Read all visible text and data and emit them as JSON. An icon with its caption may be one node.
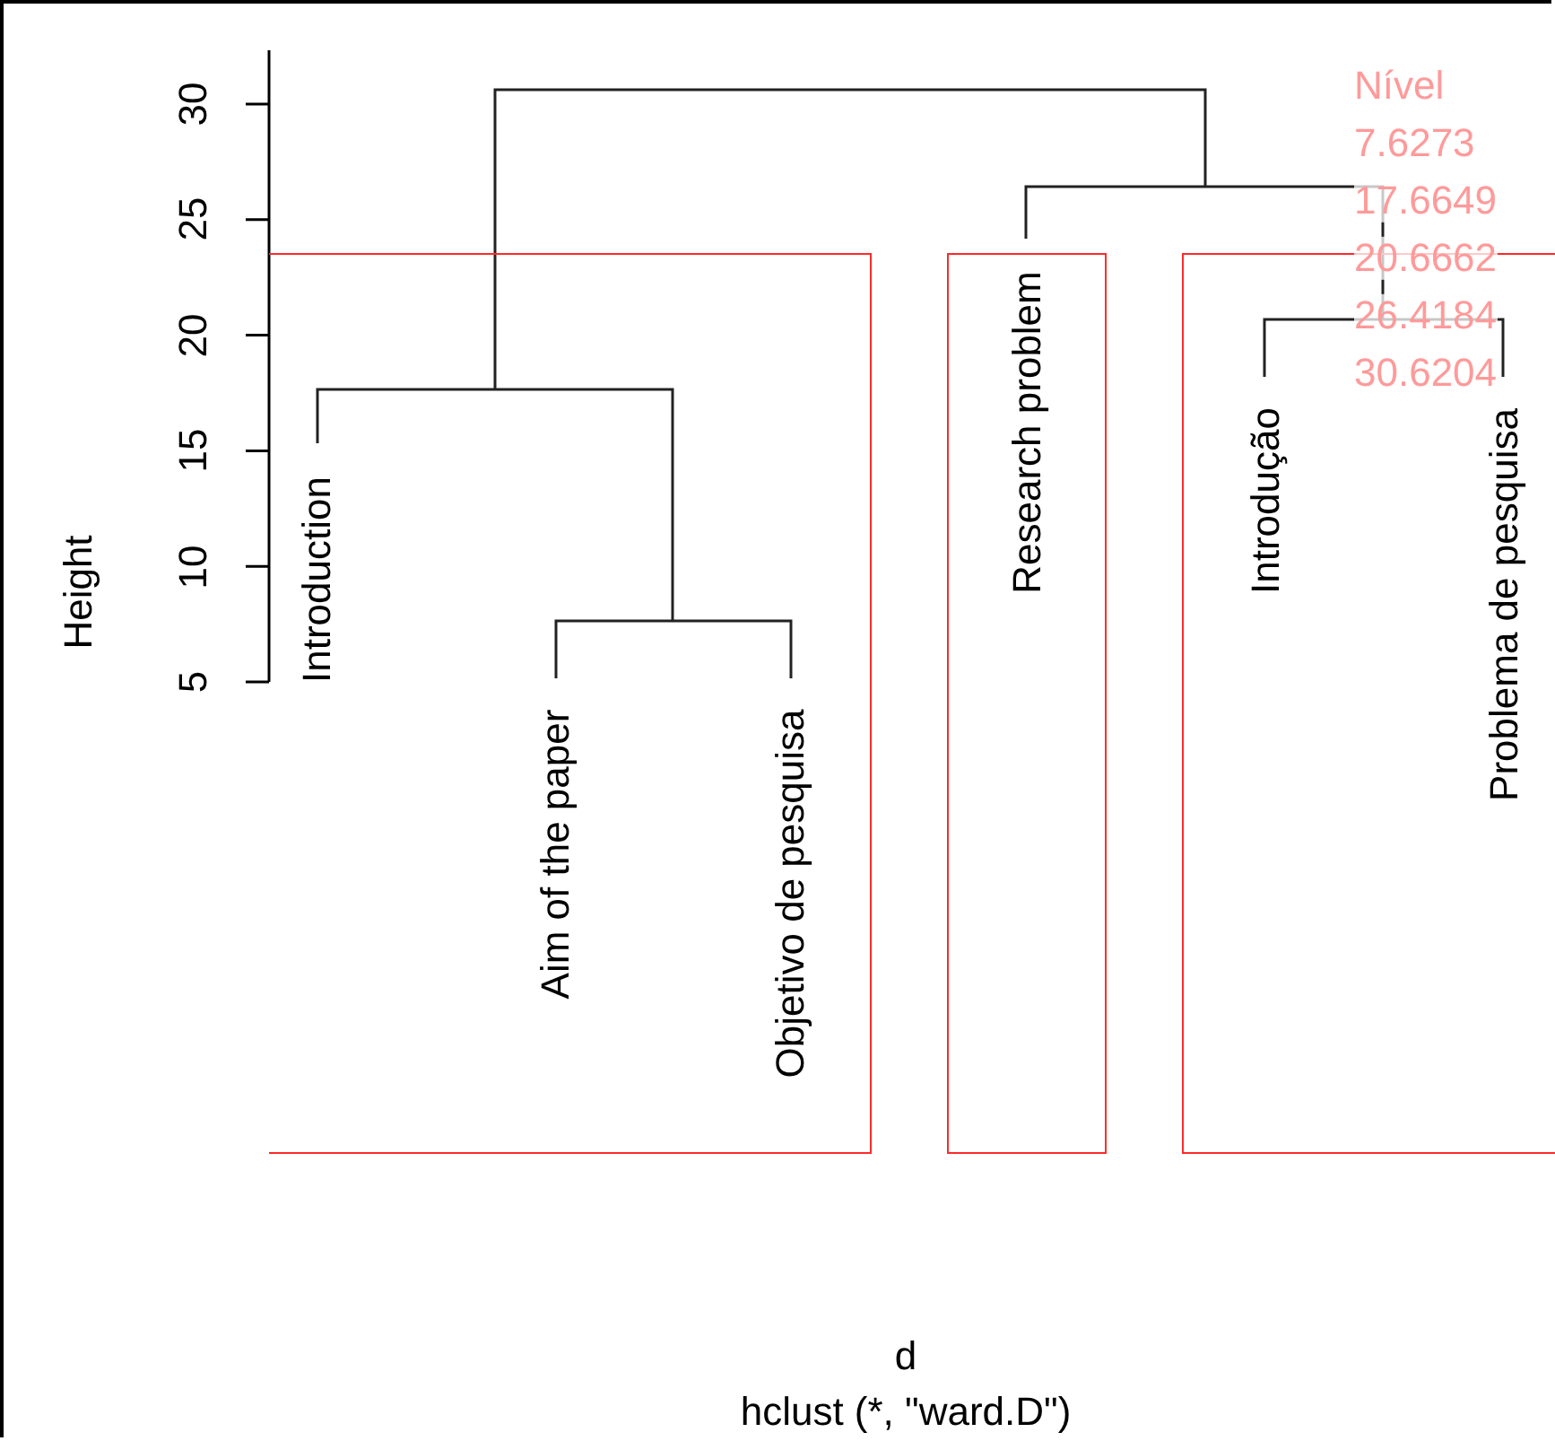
{
  "diagram": {
    "nodes": [
      {
        "text": [],
        "shape": "box"
      },
      {
        "text": [
          "Introduction"
        ],
        "in": 0
      },
      {
        "text": [
          "Aim of the paper"
        ],
        "in": 0
      },
      {
        "text": [
          "Objetivo de pesquisa"
        ],
        "in": 0
      },
      {
        "text": [],
        "shape": "box"
      },
      {
        "text": [
          "Research problem"
        ],
        "in": 4
      },
      {
        "text": [],
        "shape": "box"
      },
      {
        "text": [
          "Introdução"
        ],
        "in": 6
      },
      {
        "text": [
          "Problema de pesquisa"
        ],
        "in": 6
      }
    ],
    "labels": [
      "30",
      "25",
      "20",
      "15",
      "10",
      "5",
      "Height",
      "Nível",
      "7.6273",
      "17.6649",
      "20.6662",
      "26.4184",
      "30.6204",
      "d",
      "hclust (*, \"ward.D\")"
    ]
  }
}
